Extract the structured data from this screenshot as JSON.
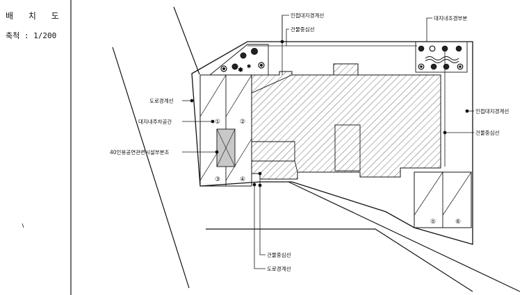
{
  "sheet": {
    "title": "배 치 도",
    "scale": "축척 : 1/200"
  },
  "labels": {
    "adjacent_boundary_top": "인접대지경계선",
    "building_centerline_top": "건물중심선",
    "landscape": "대지내조경부분",
    "road_boundary_left": "도로경계선",
    "parking": "대지내주차공간",
    "ev_charging": "40인용공연관련시설부분조",
    "adjacent_boundary_right": "인접대지경계선",
    "building_centerline_right": "건물중심선",
    "building_centerline_bottom": "건물중심선",
    "road_boundary_bottom": "도로경계선"
  },
  "parking_numbers": [
    "①",
    "②",
    "③",
    "④",
    "⑤",
    "⑥"
  ],
  "colors": {
    "line": "#111111",
    "hatch": "#555555",
    "ev_fill": "#c8c8c8"
  }
}
